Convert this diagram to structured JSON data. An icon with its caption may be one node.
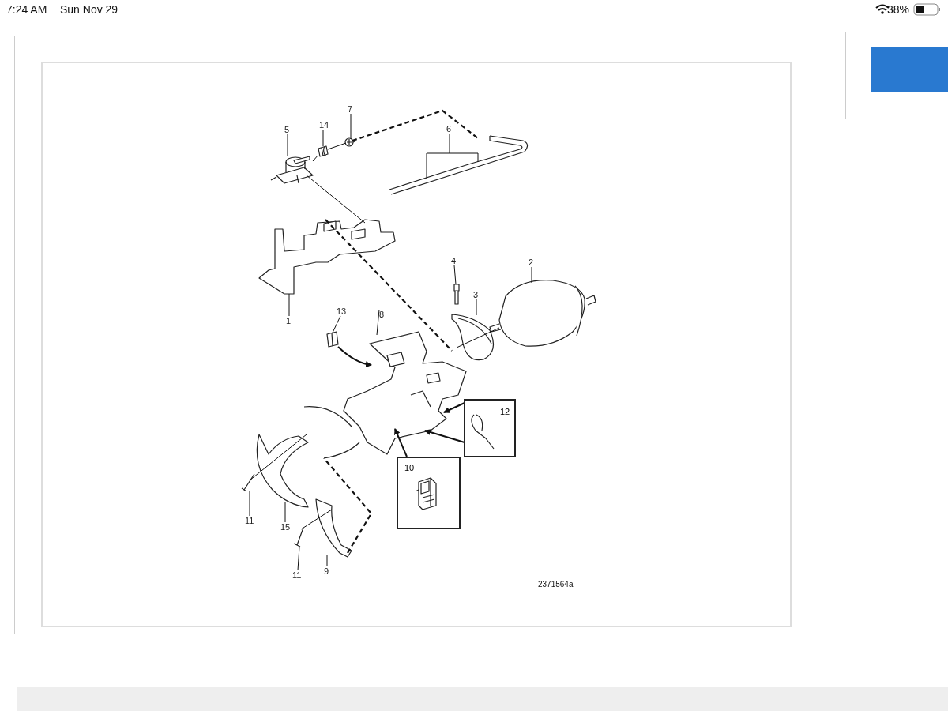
{
  "diagram": {
    "nodes": [
      {
        "text": [
          "5"
        ]
      },
      {
        "text": [
          "14"
        ]
      },
      {
        "text": [
          "7"
        ]
      },
      {
        "text": [
          "6"
        ]
      },
      {
        "text": [
          "4"
        ]
      },
      {
        "text": [
          "2"
        ]
      },
      {
        "text": [
          "3"
        ]
      },
      {
        "text": [
          "1"
        ]
      },
      {
        "text": [
          "13"
        ]
      },
      {
        "text": [
          "8"
        ]
      },
      {
        "text": [
          "12"
        ]
      },
      {
        "text": [
          "10"
        ]
      },
      {
        "text": [
          "11"
        ]
      },
      {
        "text": [
          "15"
        ]
      },
      {
        "text": [
          "11"
        ]
      },
      {
        "text": [
          "9"
        ]
      },
      {
        "text": [],
        "shape": "picture"
      },
      {
        "text": [],
        "shape": "picture"
      },
      {
        "text": [],
        "shape": "picture"
      },
      {
        "text": [],
        "shape": "picture"
      },
      {
        "text": [],
        "shape": "picture"
      },
      {
        "text": [],
        "shape": "picture"
      },
      {
        "text": [],
        "shape": "picture"
      },
      {
        "text": [],
        "shape": "picture"
      },
      {
        "text": [],
        "shape": "picture"
      },
      {
        "text": [],
        "shape": "picture"
      },
      {
        "text": [],
        "shape": "picture",
        "in": 10
      },
      {
        "text": [],
        "shape": "picture",
        "in": 11
      },
      {
        "text": [],
        "shape": "picture"
      },
      {
        "text": [],
        "shape": "picture"
      },
      {
        "text": [],
        "shape": "picture"
      },
      {
        "text": [],
        "shape": "picture"
      }
    ],
    "edges": [
      {
        "from": 0,
        "to": 16,
        "arrow": "none"
      },
      {
        "from": 1,
        "to": 17,
        "arrow": "none"
      },
      {
        "from": 2,
        "to": 18,
        "arrow": "none"
      },
      {
        "from": 3,
        "to": 19,
        "arrow": "none"
      },
      {
        "from": 4,
        "to": 20,
        "arrow": "none"
      },
      {
        "from": 5,
        "to": 21,
        "arrow": "none"
      },
      {
        "from": 6,
        "to": 22,
        "arrow": "none"
      },
      {
        "from": 7,
        "to": 23,
        "arrow": "none"
      },
      {
        "from": 8,
        "to": 24,
        "arrow": "none"
      },
      {
        "from": 9,
        "to": 25,
        "arrow": "none"
      },
      {
        "from": 12,
        "to": 28,
        "arrow": "none"
      },
      {
        "from": 13,
        "to": 29,
        "arrow": "none"
      },
      {
        "from": 14,
        "to": 30,
        "arrow": "none"
      },
      {
        "from": 15,
        "to": 31,
        "arrow": "none"
      },
      {
        "from": 24,
        "to": 25,
        "arrow": "to"
      },
      {
        "from": 10,
        "to": 25,
        "arrow": "to"
      },
      {
        "from": 10,
        "to": 25,
        "arrow": "to"
      },
      {
        "from": 11,
        "to": 25,
        "arrow": "to"
      },
      {
        "from": 16,
        "to": 17,
        "arrow": "none"
      },
      {
        "from": 17,
        "to": 18,
        "arrow": "none"
      },
      {
        "from": 18,
        "to": 19,
        "arrow": "none",
        "style": "dashed"
      },
      {
        "from": 16,
        "to": 23,
        "arrow": "none"
      },
      {
        "from": 23,
        "to": 22,
        "arrow": "none",
        "style": "dashed"
      },
      {
        "from": 22,
        "to": 21,
        "arrow": "none"
      },
      {
        "from": 28,
        "to": 29,
        "arrow": "none"
      },
      {
        "from": 30,
        "to": 31,
        "arrow": "none"
      },
      {
        "from": 31,
        "to": 25,
        "arrow": "none",
        "style": "dashed"
      }
    ],
    "labels": [
      "7:24 AM",
      "Sun Nov 29",
      "38%",
      "2371564a"
    ]
  }
}
